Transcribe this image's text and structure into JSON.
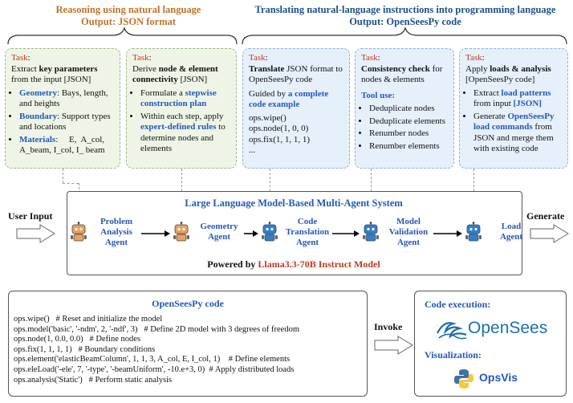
{
  "headers": {
    "left": [
      "Reasoning using natural language",
      "Output: JSON format"
    ],
    "right": [
      "Translating natural-language instructions into programming language",
      "Output: OpenSeesPy code"
    ]
  },
  "cards": {
    "task_label": "Task",
    "c1": {
      "intro": "Extract",
      "bold": "key parameters",
      "rest": "from the input [JSON]",
      "items": [
        {
          "k": "Geometry",
          "v": ": Bays, length, and heights"
        },
        {
          "k": "Boundary",
          "v": ": Support types and locations"
        },
        {
          "k": "Materials",
          "v": ":     E,  A_col, A_beam, I_col, I_ beam"
        }
      ]
    },
    "c2": {
      "intro": "Derive",
      "bold": "node & element connectivity",
      "rest": "[JSON]",
      "b1a": "Formulate a",
      "b1b": "stepwise construction plan",
      "b2a": "Within each step, apply",
      "b2b": "expert-defined rules",
      "b2c": "to determine nodes and elements"
    },
    "c3": {
      "bold": "Translate",
      "rest": "JSON format to OpenSeesPy code",
      "guided": "Guided by",
      "guided_bold": "a complete code example",
      "code": [
        "ops.wipe()",
        "ops.node(1, 0, 0)",
        "ops.fix(1, 1, 1, 1)",
        "..."
      ]
    },
    "c4": {
      "bold": "Consistency check",
      "rest": "for nodes & elements",
      "tool": "Tool use:",
      "items": [
        "Deduplicate nodes",
        "Deduplicate elements",
        "Renumber nodes",
        "Renumber elements"
      ]
    },
    "c5": {
      "intro": "Apply",
      "bold": "loads & analysis",
      "rest": "[OpenSeesPy code]",
      "b1a": "Extract",
      "b1b": "load patterns",
      "b1c": "from input",
      "b1d": "[JSON]",
      "b2a": "Generate",
      "b2b": "OpenSeesPy load commands",
      "b2c": "from JSON and merge them with existing code"
    }
  },
  "system": {
    "title": "Large Language Model-Based Multi-Agent System",
    "user_input": "User Input",
    "generate": "Generate",
    "powered_prefix": "Powered by",
    "powered_model": "Llama3.3-70B Instruct Model",
    "agents": [
      {
        "lines": [
          "Problem",
          "Analysis",
          "Agent"
        ],
        "color": "#e8a060"
      },
      {
        "lines": [
          "Geometry",
          "Agent"
        ],
        "color": "#e8a060"
      },
      {
        "lines": [
          "Code",
          "Translation",
          "Agent"
        ],
        "color": "#2f7fd0"
      },
      {
        "lines": [
          "Model",
          "Validation",
          "Agent"
        ],
        "color": "#2f7fd0"
      },
      {
        "lines": [
          "Load",
          "Agent"
        ],
        "color": "#2f7fd0"
      }
    ]
  },
  "code_panel": {
    "title": "OpenSeesPy code",
    "lines": [
      "ops.wipe()   # Reset and initialize the model",
      "ops.model('basic', '-ndm', 2, '-ndf', 3)   # Define 2D model with 3 degrees of freedom",
      "ops.node(1, 0.0, 0.0)   # Define nodes",
      "ops.fix(1, 1, 1, 1)   # Boundary conditions",
      "ops.element('elasticBeamColumn', 1, 1, 3, A_col, E, I_col, 1)    # Define elements",
      "ops.eleLoad('-ele', 7, '-type', '-beamUniform', -10.e+3, 0)  # Apply distributed loads",
      "ops.analysis('Static')   # Perform static analysis"
    ]
  },
  "invoke": "Invoke",
  "exec_panel": {
    "code_execution": "Code execution:",
    "opensees": "OpenSees",
    "visualization": "Visualization:",
    "opsvis": "OpsVis"
  },
  "colors": {
    "task": "#c03a1e",
    "accent_blue": "#2756b8",
    "header_orange": "#c0732a",
    "header_blue": "#1f4e8c",
    "green_card": "#eef5e6",
    "blue_card": "#e6f0fb"
  }
}
